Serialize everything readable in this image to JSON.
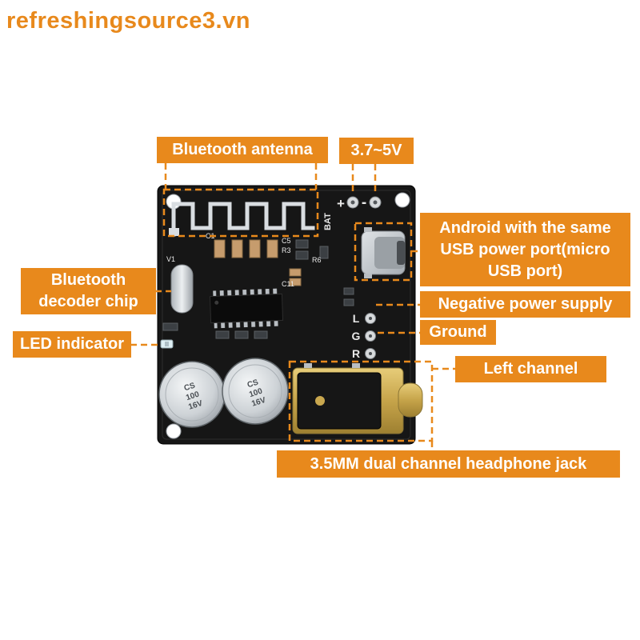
{
  "watermark": {
    "text": "refreshingsource3.vn"
  },
  "colors": {
    "accent": "#E8891C",
    "board": "#161616",
    "white": "#ffffff"
  },
  "callouts": {
    "antenna": "Bluetooth antenna",
    "voltage": "3.7~5V",
    "android": {
      "line1": "Android with the same",
      "line2": "USB power port(micro",
      "line3": "USB port)"
    },
    "negative": "Negative power supply",
    "ground": "Ground",
    "left_channel": "Left channel",
    "decoder": {
      "line1": "Bluetooth",
      "line2": "decoder chip"
    },
    "led": "LED indicator",
    "jack": "3.5MM dual channel headphone jack"
  },
  "board": {
    "bat": "BAT",
    "plus": "+",
    "minus": "-",
    "l": "L",
    "g": "G",
    "r": "R",
    "c1": "C1",
    "c5": "C5",
    "r3": "R3",
    "r6": "R6",
    "c11": "C11",
    "v1": "V1",
    "cap_line1": "CS",
    "cap_line2": "100",
    "cap_line3": "16V"
  }
}
